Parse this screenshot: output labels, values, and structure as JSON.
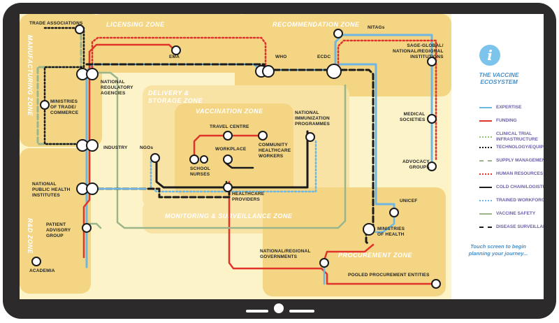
{
  "zones": {
    "licensing": "LICENSING ZONE",
    "recommendation": "RECOMMENDATION ZONE",
    "manufacturing": "MANUFACTURING ZONE",
    "rd": "R&D ZONE",
    "delivery": "DELIVERY & STORAGE ZONE",
    "vaccination": "VACCINATION ZONE",
    "monitoring": "MONITORING & SURVEILLANCE ZONE",
    "procurement": "PROCUREMENT ZONE"
  },
  "nodes": {
    "trade_associations": "TRADE ASSOCIATIONS",
    "ema": "EMA",
    "who": "WHO",
    "ecdc": "ECDC",
    "nitags": "NITAGs",
    "sage": "SAGE-GLOBAL/\nNATIONAL/REGIONAL\nINSTITUTIONS",
    "nra": "NATIONAL\nREGULATORY\nAGENCIES",
    "ministries_trade": "MINISTRIES\nOF TRADE/\nCOMMERCE",
    "industry": "INDUSTRY",
    "ngos": "NGOs",
    "travel_centre": "TRAVEL CENTRE",
    "community": "COMMUNITY\nHEALTHCARE\nWORKERS",
    "workplace": "WORKPLACE",
    "school_nurses": "SCHOOL\nNURSES",
    "healthcare_providers": "HEALTHCARE\nPROVIDERS",
    "nip": "NATIONAL\nIMMUNIZATION\nPROGRAMMES",
    "medical_societies": "MEDICAL\nSOCIETIES",
    "advocacy": "ADVOCACY\nGROUPS",
    "nphi": "NATIONAL\nPUBLIC HEALTH\nINSTITUTES",
    "patient_advisory": "PATIENT\nADVISORY\nGROUP",
    "academia": "ACADEMIA",
    "unicef": "UNICEF",
    "ministries_health": "MINISTRIES\nOF HEALTH",
    "national_regional_gov": "NATIONAL/REGIONAL\nGOVERNMENTS",
    "pooled_procurement": "POOLED PROCUREMENT ENTITIES"
  },
  "panel": {
    "title": "THE VACCINE\nECOSYSTEM",
    "cta": "Touch screen to begin\nplanning your journey...",
    "info_glyph": "i"
  },
  "legend": [
    {
      "label": "EXPERTISE",
      "color": "#6fb6e0",
      "style": "solid"
    },
    {
      "label": "FUNDING",
      "color": "#e0342b",
      "style": "solid"
    },
    {
      "label": "CLINICAL TRIAL\nINFRASTRUCTURE",
      "color": "#9cc47a",
      "style": "dotted"
    },
    {
      "label": "TECHNOLOGY/EQUIPMENT",
      "color": "#1a1a1a",
      "style": "dotted"
    },
    {
      "label": "SUPPLY MANAGEMENT",
      "color": "#9bb58a",
      "style": "dashed"
    },
    {
      "label": "HUMAN RESOURCES",
      "color": "#e0342b",
      "style": "dotted"
    },
    {
      "label": "COLD CHAIN/LOGISTICS",
      "color": "#1a1a1a",
      "style": "solid"
    },
    {
      "label": "TRAINED WORKFORCE",
      "color": "#6fb6e0",
      "style": "dotted"
    },
    {
      "label": "VACCINE SAFETY",
      "color": "#9bb58a",
      "style": "solid"
    },
    {
      "label": "DISEASE SURVEILLANCE",
      "color": "#1a1a1a",
      "style": "dashed"
    }
  ]
}
